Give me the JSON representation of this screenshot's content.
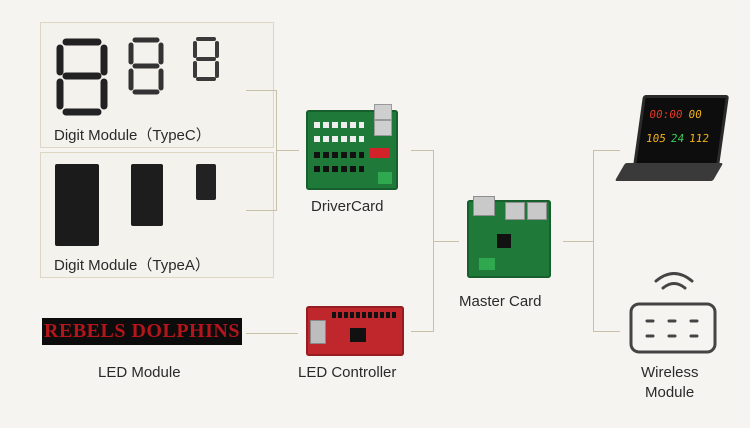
{
  "modules": {
    "typec_label": "Digit Module（TypeC）",
    "typea_label": "Digit Module（TypeA）",
    "led_module_label": "LED Module",
    "led_module_text": "REBELS DOLPHINS"
  },
  "cards": {
    "driver_label": "DriverCard",
    "led_controller_label": "LED Controller",
    "master_label": "Master Card"
  },
  "outputs": {
    "wireless_label_1": "Wireless",
    "wireless_label_2": "Module",
    "laptop_screen_top": [
      "00:00",
      "00"
    ],
    "laptop_screen_bottom": [
      "105",
      "24",
      "112"
    ]
  },
  "colors": {
    "background": "#f5f4f1",
    "connector_line": "#c8c1a8",
    "pcb_green": "#1f7a3a",
    "pcb_red": "#c0272d",
    "led_text": "#b3151b"
  }
}
